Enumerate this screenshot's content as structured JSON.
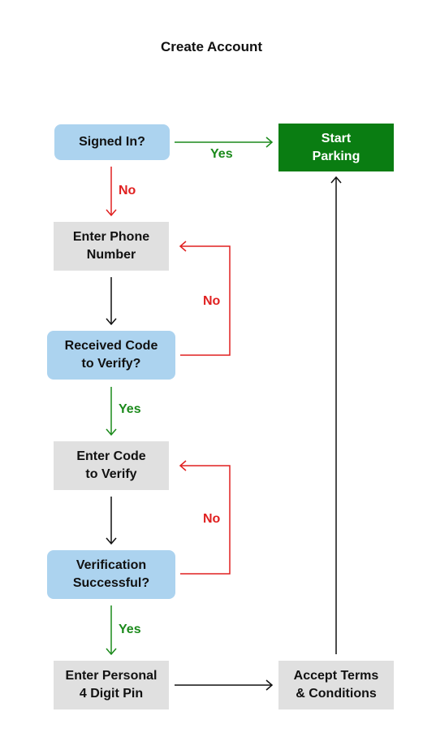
{
  "title": "Create Account",
  "colors": {
    "decision_fill": "#acd3ef",
    "process_fill": "#e0e0e0",
    "terminal_fill": "#0a7d12",
    "yes_color": "#1b8a1b",
    "no_color": "#e02020",
    "neutral_arrow": "#111111"
  },
  "nodes": {
    "signed_in": "Signed In?",
    "start_parking": "Start\nParking",
    "enter_phone": "Enter Phone\nNumber",
    "received_code": "Received Code\nto Verify?",
    "enter_code": "Enter Code\nto Verify",
    "verification": "Verification\nSuccessful?",
    "enter_pin": "Enter Personal\n4 Digit Pin",
    "accept_terms": "Accept Terms\n& Conditions"
  },
  "edge_labels": {
    "signed_in_yes": "Yes",
    "signed_in_no": "No",
    "received_no": "No",
    "received_yes": "Yes",
    "verification_no": "No",
    "verification_yes": "Yes"
  }
}
